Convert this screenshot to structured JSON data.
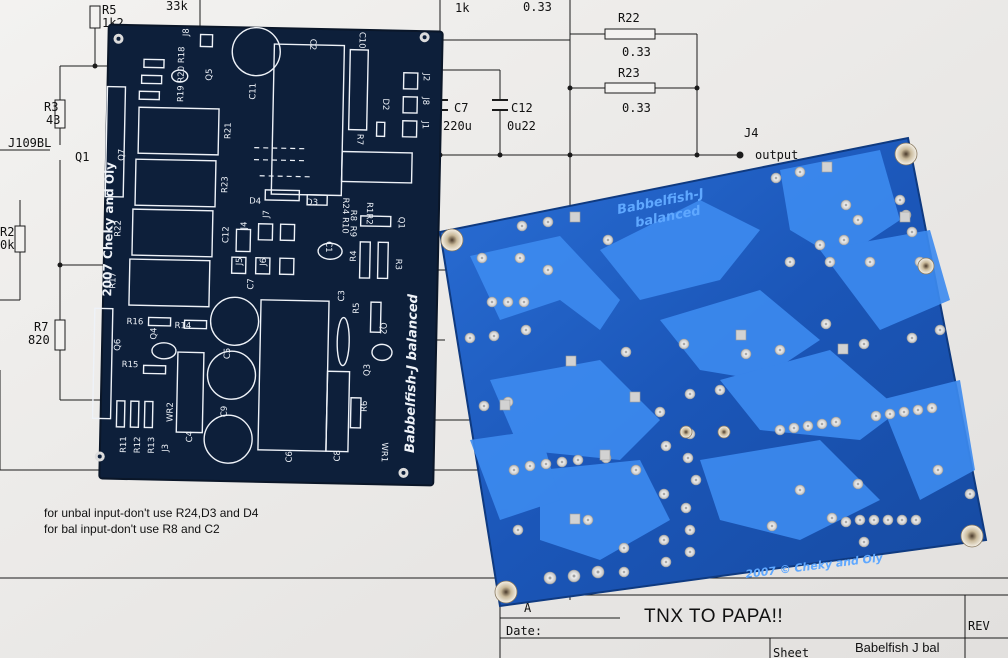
{
  "schematic": {
    "labels": {
      "r5": "R5",
      "r5_value": "1k2",
      "value_33k": "33k",
      "value_1k": "1k",
      "value_033_top": "0.33",
      "r22": "R22",
      "r22_value": "0.33",
      "r23": "R23",
      "r23_value": "0.33",
      "r3": "R3",
      "r3_value": "43",
      "j109bl": "J109BL",
      "q1": "Q1",
      "r2": "R2",
      "r2_value": "0k",
      "r7": "R7",
      "r7_value": "820",
      "c7": "C7",
      "c7_value": "220u",
      "c12": "C12",
      "c12_value": "0u22",
      "j4": "J4",
      "output": "output"
    },
    "notes": {
      "unbal": "for unbal input-don't use R24,D3 and D4",
      "bal": "for bal input-don't use R8 and C2"
    },
    "title_block": {
      "thanks": "TNX TO PAPA!!",
      "date_label": "Date:",
      "sheet_label": "Sheet",
      "rev_label": "REV",
      "a_label": "A",
      "name": "Babelfish J bal"
    }
  },
  "pcb_left": {
    "silkscreen_title": "Babbelfish-J balanced",
    "silkscreen_credit": "2007 Cheky and Oly",
    "refs": [
      "R5",
      "C2",
      "C10",
      "J8",
      "R19",
      "R20",
      "R18",
      "Q5",
      "C11",
      "J2",
      "D2",
      "J8",
      "J1",
      "R7",
      "Q7",
      "R21",
      "R23",
      "D4",
      "D3",
      "R24",
      "R1R2",
      "R8",
      "R9",
      "C1",
      "Q1",
      "R22",
      "C12",
      "J4",
      "J7",
      "J5",
      "J6",
      "R4",
      "R3",
      "R17",
      "C7",
      "C3",
      "R5",
      "R16",
      "R14",
      "Q2",
      "Q4",
      "Q6",
      "R15",
      "C5",
      "Q3",
      "C9",
      "R6",
      "R11",
      "R12",
      "R13",
      "J3",
      "WR2",
      "C4",
      "C6",
      "C8",
      "WR1"
    ]
  },
  "pcb_right": {
    "title_line1": "Babbelfish-J",
    "title_line2": "balanced",
    "credit": "2007 © Cheky and Oly"
  },
  "colors": {
    "paper": "#ecebea",
    "pcb_left_mask": "#0d1f3a",
    "pcb_left_silk": "#f0f0f0",
    "pcb_right_mask": "#1f62c8",
    "pcb_right_trace": "#3f8ef0",
    "pad_silver": "#d8d8d8"
  }
}
